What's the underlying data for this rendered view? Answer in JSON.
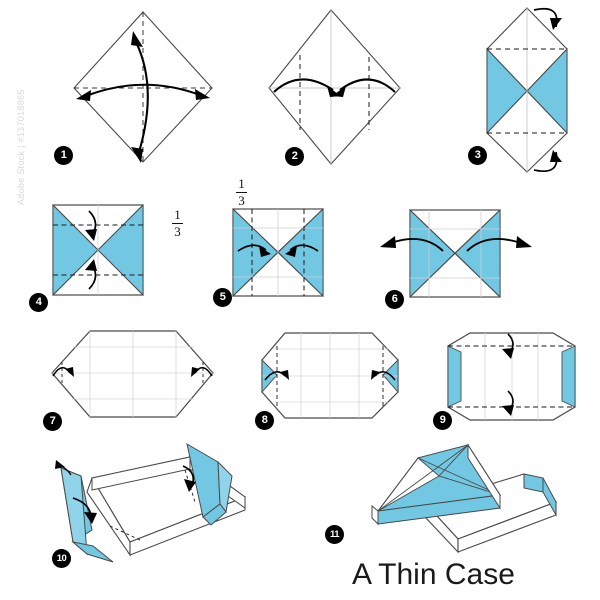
{
  "meta": {
    "title": "A Thin Case",
    "watermark": "Adobe Stock | #137018865",
    "colors": {
      "paper_blue": "#72C8E2",
      "paper_white": "#FFFFFF",
      "outline": "#4a4a4a",
      "crease": "#bdbdbd",
      "arrow": "#000000",
      "badge_bg": "#000000",
      "badge_text": "#FFFFFF",
      "title_text": "#1A1A1A"
    }
  },
  "steps": [
    {
      "number": "1",
      "id": "step-diamond-diagonal-creases",
      "shape": "diamond",
      "description": "Square rotated 45 degrees with dashed horizontal and vertical center creases and two curved double-headed arrows.",
      "fraction_label": null
    },
    {
      "number": "2",
      "id": "step-diamond-fold-sides-in",
      "shape": "diamond",
      "description": "Diamond with two vertical dashed quarter lines; curved arrows fold left and right corners in to the center.",
      "fraction_label": null
    },
    {
      "number": "3",
      "id": "step-hexagon-fold-top-bottom",
      "shape": "hexagon-vertical",
      "description": "Tall hexagon with blue side triangles; dashed horizontal lines with curved arrows folding the top and bottom points back.",
      "fraction_label": null
    },
    {
      "number": "4",
      "id": "step-square-third-horizontal",
      "shape": "square-x",
      "description": "Square with blue X pattern; horizontal dashed lines at one third from the top and bottom, arrows folding inward.",
      "fraction_label": "1/3"
    },
    {
      "number": "5",
      "id": "step-square-third-vertical",
      "shape": "square-x-grid",
      "description": "Square with blue X pattern and grid creases; vertical dashed lines at one third, arrows folding inward.",
      "fraction_label": "1/3"
    },
    {
      "number": "6",
      "id": "step-square-unfold-sides",
      "shape": "square-x-grid",
      "description": "Square with blue X pattern and grid creases; large arrows pointing outward to unfold the left and right sides.",
      "fraction_label": null
    },
    {
      "number": "7",
      "id": "step-hexagon-fold-points",
      "shape": "hexagon-horizontal",
      "description": "Wide hexagon with grid creases; small arrows at the left and right points folding them inward.",
      "fraction_label": null
    },
    {
      "number": "8",
      "id": "step-octagon-fold-corners",
      "shape": "octagon-small-blue",
      "description": "Wide octagon with small blue triangles at the left and right edges; vertical dashed lines with inward arrows.",
      "fraction_label": null
    },
    {
      "number": "9",
      "id": "step-rectangle-fold-walls",
      "shape": "rectangle-blue-sides",
      "description": "Rectangle with blue vertical strips on the left and right; horizontal dashed lines with curved arrows raising the walls.",
      "fraction_label": null
    },
    {
      "number": "10",
      "id": "step-open-box-tuck-flaps",
      "shape": "box-3d-open",
      "description": "Three dimensional open box with blue corner flaps; curved arrows fold the flaps down against the walls.",
      "fraction_label": null
    },
    {
      "number": "11",
      "id": "step-finished-case",
      "shape": "case-with-lid",
      "description": "Finished thin case: a shallow tray with a lid showing the blue X pattern resting on top.",
      "fraction_label": null
    }
  ]
}
